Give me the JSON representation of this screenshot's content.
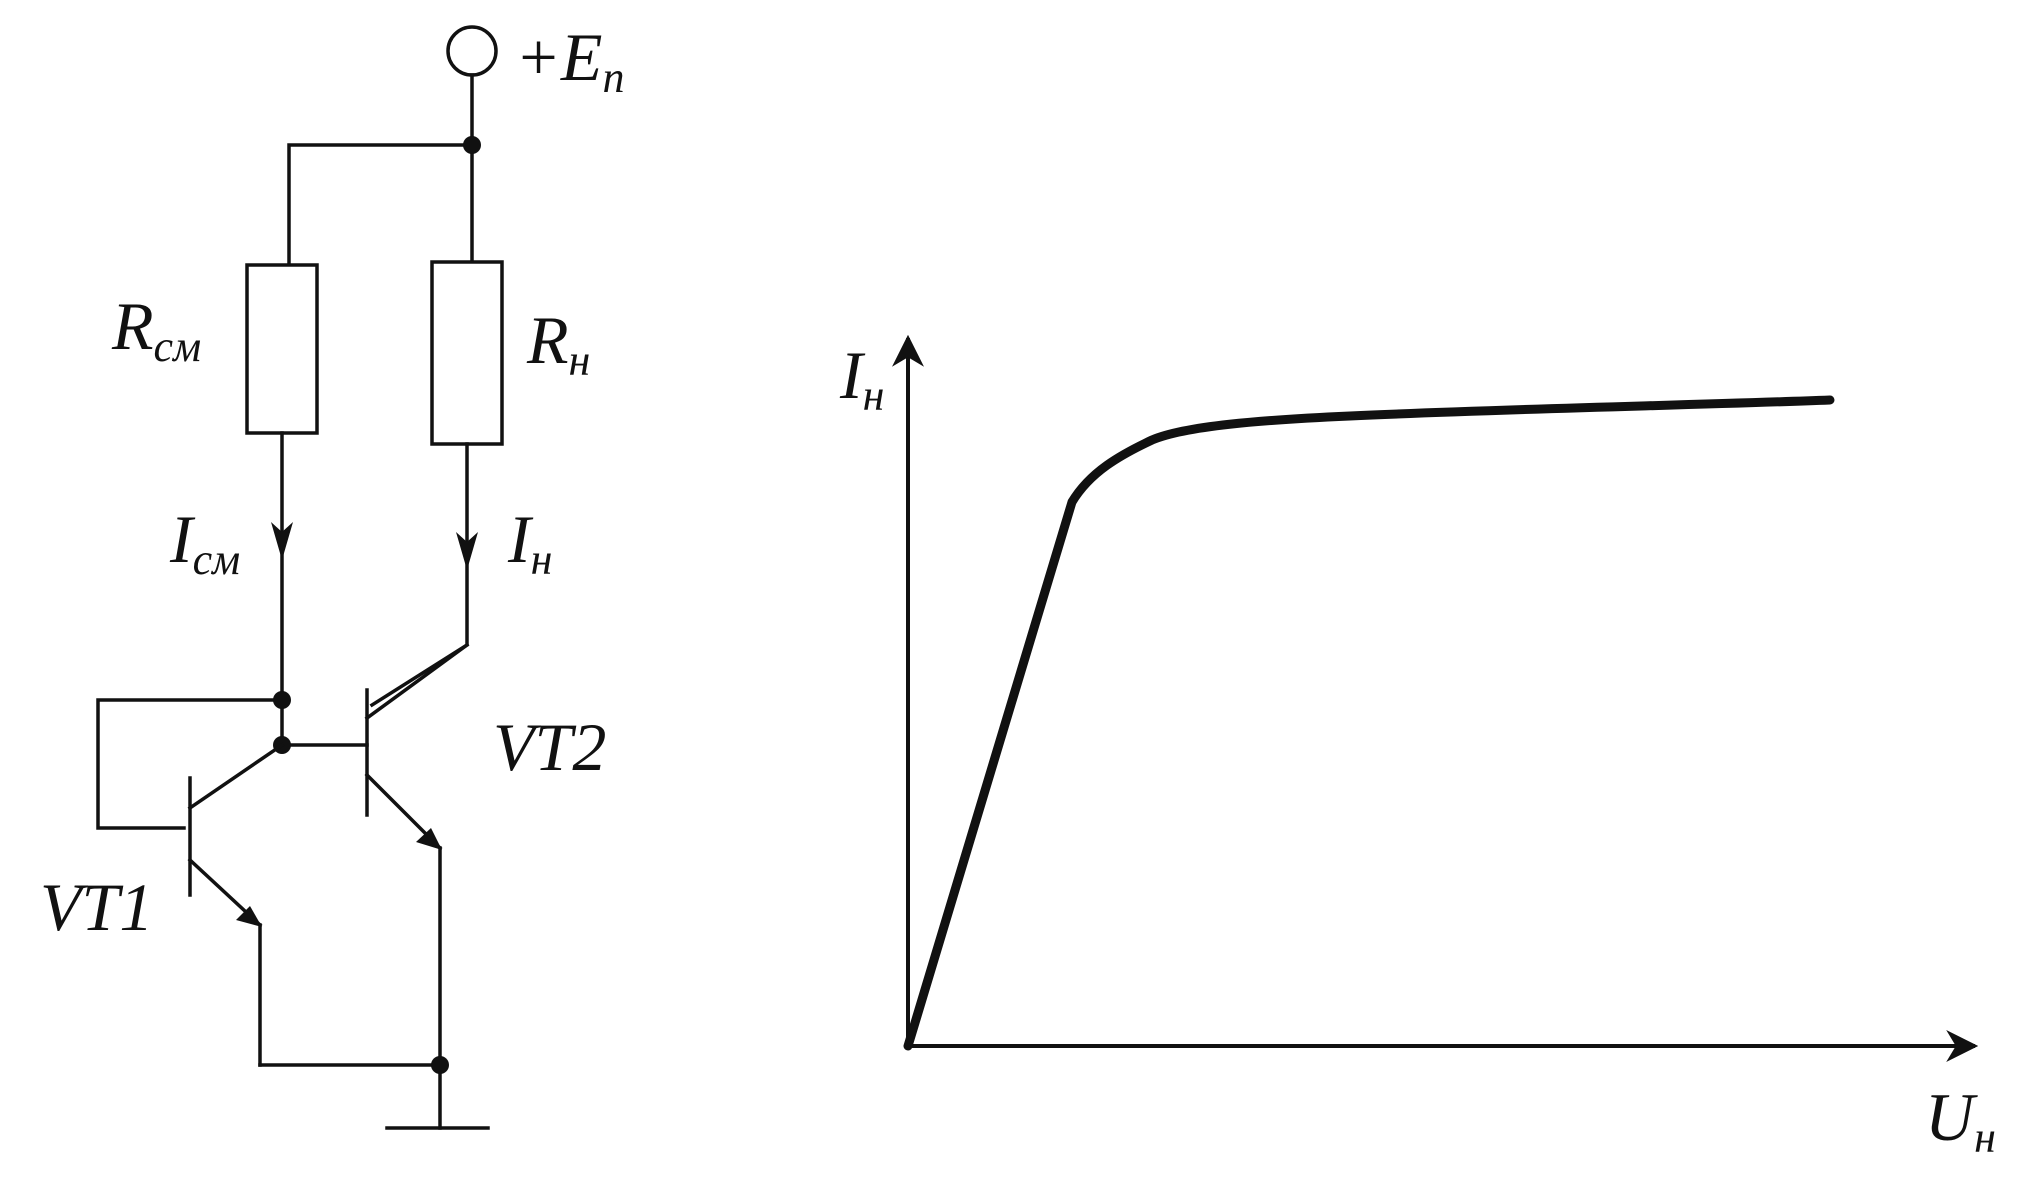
{
  "circuit": {
    "supply_label": "+E",
    "supply_sub": "п",
    "r_bias_label": "R",
    "r_bias_sub": "см",
    "r_load_label": "R",
    "r_load_sub": "н",
    "i_bias_label": "I",
    "i_bias_sub": "см",
    "i_load_label": "I",
    "i_load_sub": "н",
    "vt1_label": "VT1",
    "vt2_label": "VT2"
  },
  "graph": {
    "y_label": "I",
    "y_sub": "н",
    "x_label": "U",
    "x_sub": "н"
  }
}
